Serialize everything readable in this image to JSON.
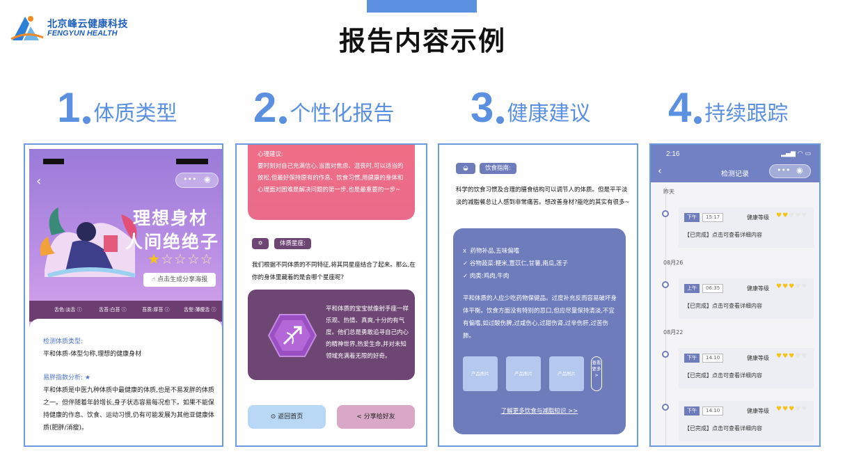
{
  "brand": {
    "name_cn": "北京峰云健康科技",
    "name_en": "FENGYUN  HEALTH",
    "accent": "#5b8fdf"
  },
  "page_title": "报告内容示例",
  "sections": [
    {
      "num": "1",
      "label": "体质类型"
    },
    {
      "num": "2",
      "label": "个性化报告"
    },
    {
      "num": "3",
      "label": "健康建议"
    },
    {
      "num": "4",
      "label": "持续跟踪"
    }
  ],
  "card1": {
    "back_icon": "chevron-left-icon",
    "headline1": "理想身材",
    "headline2": "人间绝绝子",
    "rating": 1,
    "rating_max": 5,
    "share_label": "点击生成分享海报",
    "tags": [
      "舌色:淡舌",
      "舌苔:白苔",
      "苔质:厚苔",
      "舌型:薄瘦舌"
    ],
    "detect_label": "检测体质类型:",
    "detect_value": "平和体质-体型匀称,理想的健康身材",
    "fat_label": "易胖指数分析: ★",
    "fat_text": "平和体质是中医九种体质中最健康的体质,也是不易发胖的体质之一。但伴随着年龄增长,身子状态容易每况愈下。如果不能保持健康的作息、饮食、运动习惯,仍有可能发展为其他亚健康体质(肥胖/消瘦)。"
  },
  "card2": {
    "psych_title": "心理建议:",
    "psych_text": "要时刻对自己充满信心,当面对焦虑、沮丧时,可以适当的放松,但最好保持原有的作息、饮食习惯,用健康的身体和心理面对困难是解决问题的第一步,也是最重要的一步~",
    "chip_label": "体质星座:",
    "intro": "我们根据不同体质的不同特征,将其同星座结合了起来。那么,在你的身体里藏着的是会哪个星座呢?",
    "zodiac_text": "平和体质的宝宝就像射手座一样乐观、热情、真爽,十分的有气度。他们总是勇敢追寻自己内心的精神世界,热爱生命,并对未知领域充满着无限的好奇。",
    "home_button": "返回首页",
    "share_button": "分享给好友"
  },
  "card3": {
    "chip_label": "饮食指南:",
    "intro": "科学的饮食习惯及合理的膳食结构可以调节人的体质。但是平平淡淡的减脂餐总让人感到非常痛苦。想改善身材?能吃的其实有很多~",
    "items": [
      {
        "mark": "x",
        "text": "药物补品,五味偏嗜"
      },
      {
        "mark": "✓",
        "text": "谷物蔬菜:粳米,薏苡仁,甘薯,南瓜,莲子"
      },
      {
        "mark": "✓",
        "text": "肉类:鸡肉,牛肉"
      }
    ],
    "para": "平和体质的人应少吃药物保健品。过度补充反而容易破坏身体平衡。饮食方面没有特别的忌口,但应尽量保持清淡,不宜有偏嗜,如过酸伤脾,过咸伤心,过甜伤肾,过辛伤肝,过苦伤肺。",
    "products": [
      "产品照片",
      "产品照片",
      "产品照片"
    ],
    "more_label": "查看更多 >",
    "link": "了解更多饮食与减脂知识 >>"
  },
  "card4": {
    "time": "2:16",
    "title": "检测记录",
    "back_icon": "chevron-left-icon",
    "groups": [
      {
        "date": "昨天",
        "ampm": "下午",
        "clock": "15:17",
        "grade_label": "健康等级",
        "level": 2,
        "msg": "【已完成】点击可查看详细内容"
      },
      {
        "date": "08月26",
        "ampm": "上午",
        "clock": "06:35",
        "grade_label": "健康等级",
        "level": 3,
        "msg": "【已完成】点击可查看详细内容"
      },
      {
        "date": "08月22",
        "ampm": "下午",
        "clock": "14:10",
        "grade_label": "健康等级",
        "level": 3,
        "msg": "【已完成】点击可查看详细内容"
      },
      {
        "date": "",
        "ampm": "下午",
        "clock": "14:10",
        "grade_label": "健康等级",
        "level": 3,
        "msg": "【已完成】点击可查看详细内容"
      }
    ],
    "level_max": 5
  }
}
